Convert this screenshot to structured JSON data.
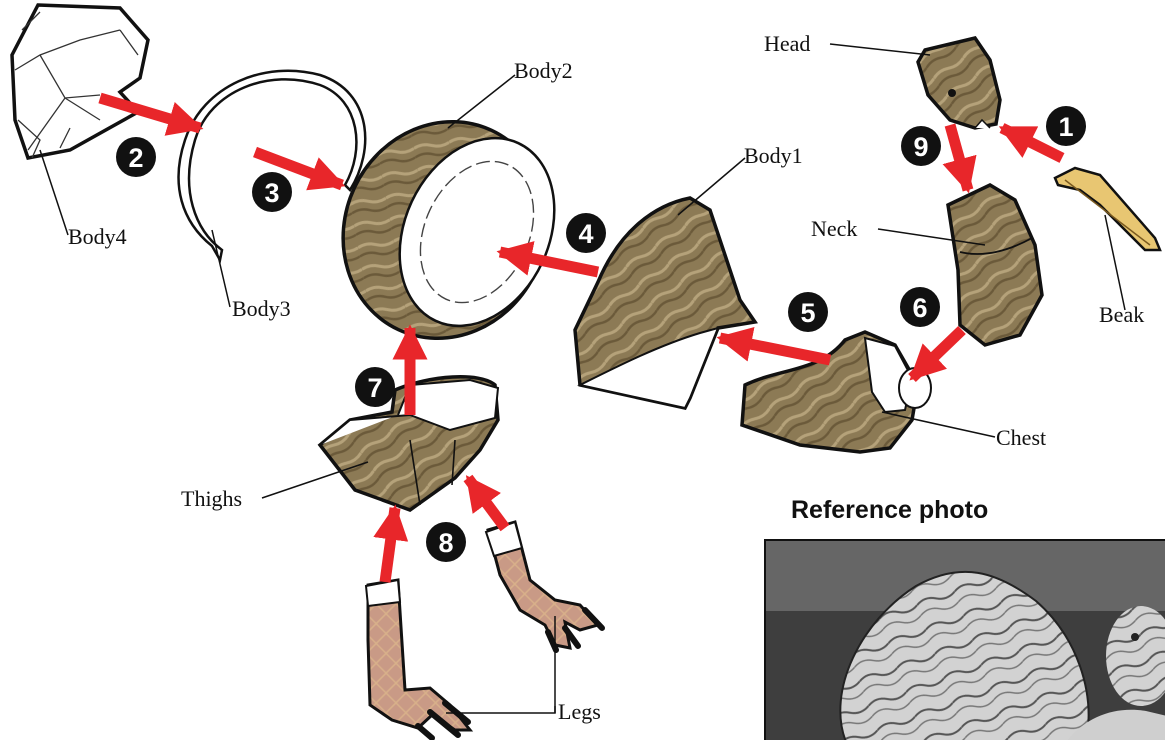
{
  "labels": {
    "head": "Head",
    "body2": "Body2",
    "body1": "Body1",
    "body4": "Body4",
    "body3": "Body3",
    "neck": "Neck",
    "beak": "Beak",
    "chest": "Chest",
    "thighs": "Thighs",
    "legs": "Legs"
  },
  "steps": [
    "1",
    "2",
    "3",
    "4",
    "5",
    "6",
    "7",
    "8",
    "9"
  ],
  "reference": {
    "title": "Reference photo"
  },
  "colors": {
    "arrow": "#e8262a",
    "paper_brown": "#8c7a55",
    "stripe_brown": "#6b5a3a",
    "leg_pink": "#c99a86",
    "step_circle": "#111111"
  }
}
